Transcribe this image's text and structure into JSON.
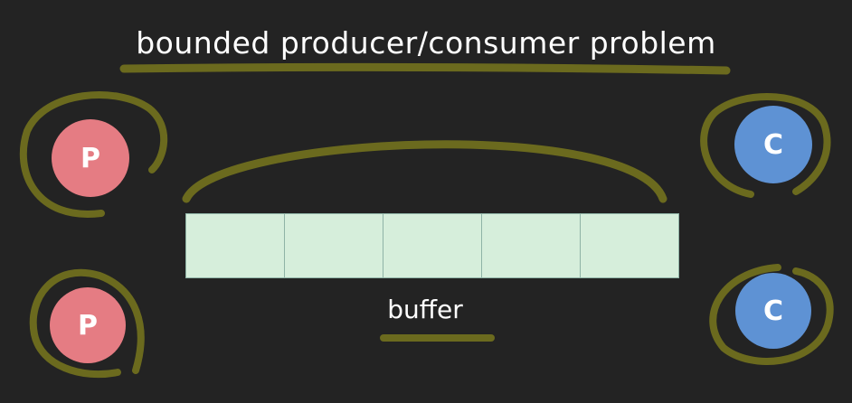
{
  "title": "bounded producer/consumer problem",
  "buffer_label": "buffer",
  "producer_label": "P",
  "consumer_label": "C",
  "buffer_slot_count": 5,
  "colors": {
    "background": "#232323",
    "annotation": "#6b6a1e",
    "producer": "#e57c83",
    "consumer": "#5e92d4",
    "buffer_slot": "#d6eedb"
  }
}
